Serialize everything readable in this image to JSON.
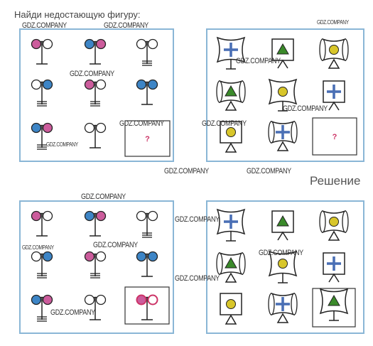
{
  "instruction": "Найди недостающую фигуру:",
  "solution_label": "Решение",
  "question_mark": "?",
  "colors": {
    "pink": "#cc5c9c",
    "blue": "#3d85c6",
    "frame": "#8ab6d6",
    "plus": "#4a6fb5",
    "triangle": "#3a8a2a",
    "circle_yellow": "#d8c62a",
    "answer_highlight": "#cc3366"
  },
  "watermarks": [
    "GDZ.COMPANY",
    "GDZ.COMPANY",
    "GDZ.COMPANY",
    "GDZ.COMPANY",
    "GDZ.COMPANY",
    "GDZ.COMPANY",
    "GDZ.COMPANY",
    "GDZ.COMPANY",
    "GDZ.COMPANY",
    "GDZ.COMPANY",
    "GDZ.COMPANY",
    "GDZ.COMPANY",
    "GDZ.COMPANY",
    "GDZ.COMPANY",
    "GDZ.COMPANY",
    "GDZ.COMPANY",
    "GDZ.COMPANY",
    "GDZ.COMPANY"
  ],
  "puzzle1": {
    "rows": [
      [
        {
          "left": "pink",
          "right": "white",
          "base": "T"
        },
        {
          "left": "blue",
          "right": "pink",
          "base": "T"
        },
        {
          "left": "white",
          "right": "white",
          "base": "3"
        }
      ],
      [
        {
          "left": "white",
          "right": "blue",
          "base": "3"
        },
        {
          "left": "pink",
          "right": "white",
          "base": "3"
        },
        {
          "left": "blue",
          "right": "blue",
          "base": "T"
        }
      ],
      [
        {
          "left": "blue",
          "right": "pink",
          "base": "3"
        },
        {
          "left": "white",
          "right": "white",
          "base": "T"
        },
        {
          "missing": true
        }
      ]
    ]
  },
  "puzzle2": {
    "rows": [
      [
        {
          "frame": "curved",
          "inner": "plus",
          "foot": "line"
        },
        {
          "frame": "square",
          "inner": "triangle",
          "foot": "chevron"
        },
        {
          "frame": "cylinder",
          "inner": "circle",
          "foot": "triangle"
        }
      ],
      [
        {
          "frame": "cylinder",
          "inner": "triangle",
          "foot": "triangle"
        },
        {
          "frame": "curved",
          "inner": "circle",
          "foot": "line"
        },
        {
          "frame": "square",
          "inner": "plus",
          "foot": "chevron"
        }
      ],
      [
        {
          "frame": "square",
          "inner": "circle",
          "foot": "triangle"
        },
        {
          "frame": "cylinder",
          "inner": "plus",
          "foot": "triangle"
        },
        {
          "missing": true
        }
      ]
    ]
  },
  "answers": {
    "puzzle1": {
      "left": "pink",
      "right": "white",
      "base": "T"
    },
    "puzzle2": {
      "frame": "curved",
      "inner": "triangle",
      "foot": "line"
    }
  }
}
